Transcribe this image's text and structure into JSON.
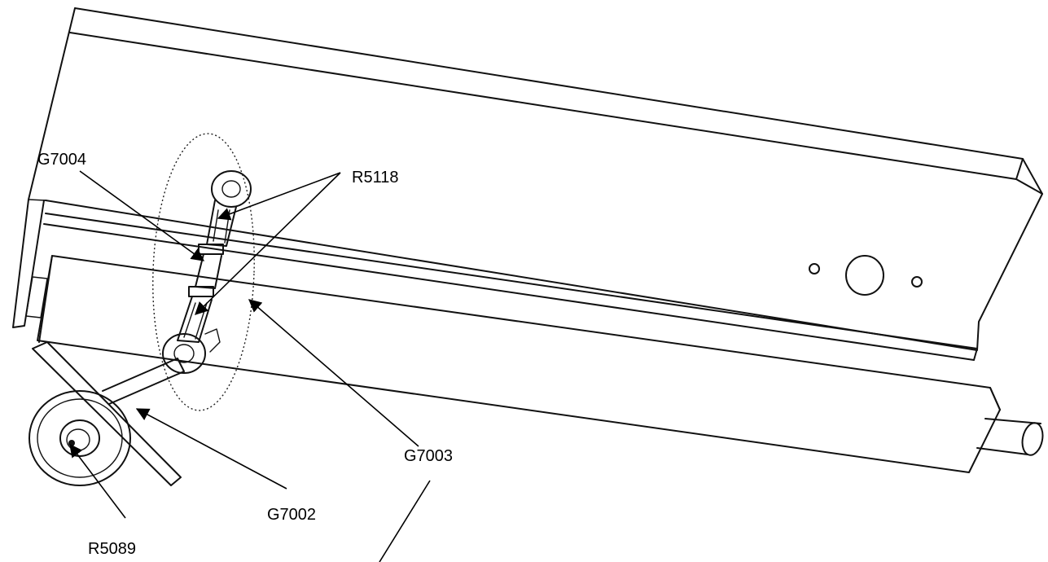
{
  "labels": {
    "g7004": "G7004",
    "r5118": "R5118",
    "g7003": "G7003",
    "g7002": "G7002",
    "r5089": "R5089"
  },
  "colors": {
    "line": "#111111",
    "background": "#ffffff"
  }
}
